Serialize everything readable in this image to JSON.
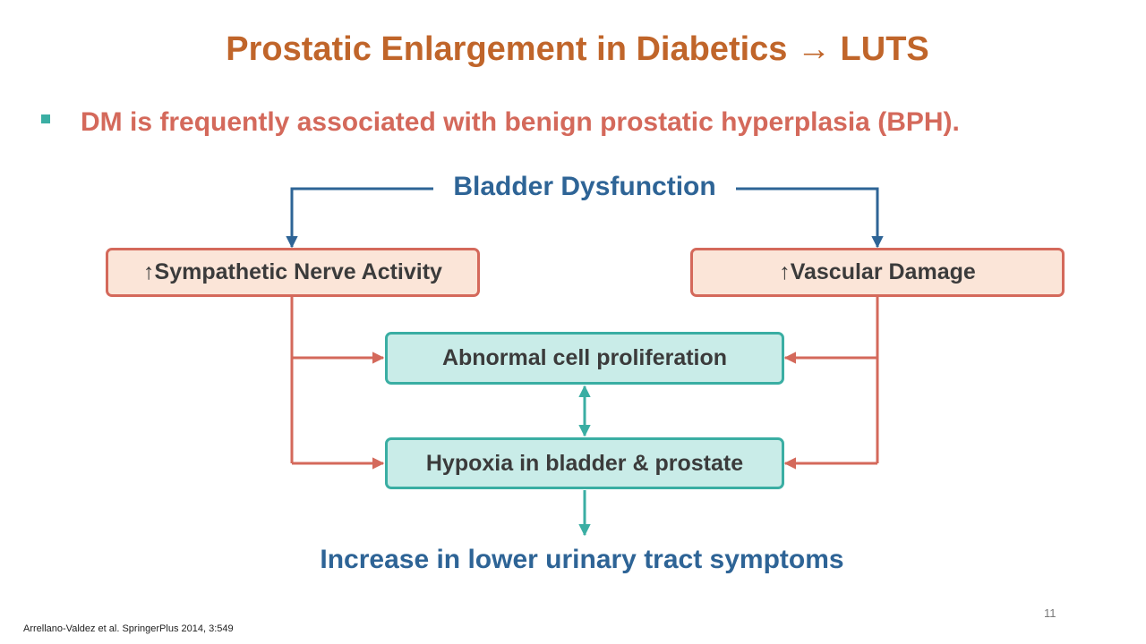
{
  "slide": {
    "title": "Prostatic Enlargement in Diabetics → LUTS",
    "bullet": "DM is frequently associated with benign prostatic hyperplasia (BPH).",
    "diagram": {
      "top_label": "Bladder Dysfunction",
      "left_box": "↑Sympathetic Nerve Activity",
      "right_box": "↑Vascular Damage",
      "middle_box": "Abnormal cell proliferation",
      "lower_box": "Hypoxia in bladder & prostate",
      "bottom_label": "Increase in lower urinary tract symptoms"
    },
    "reference": "Arrellano-Valdez et al. SpringerPlus 2014, 3:549",
    "page_number": "11"
  },
  "colors": {
    "title": "#c0652a",
    "bullet_text": "#d4695b",
    "accent_teal": "#3aaea3",
    "blue_text": "#2e6496",
    "salmon_fill": "#fbe5d8",
    "teal_fill": "#c9ece8"
  }
}
